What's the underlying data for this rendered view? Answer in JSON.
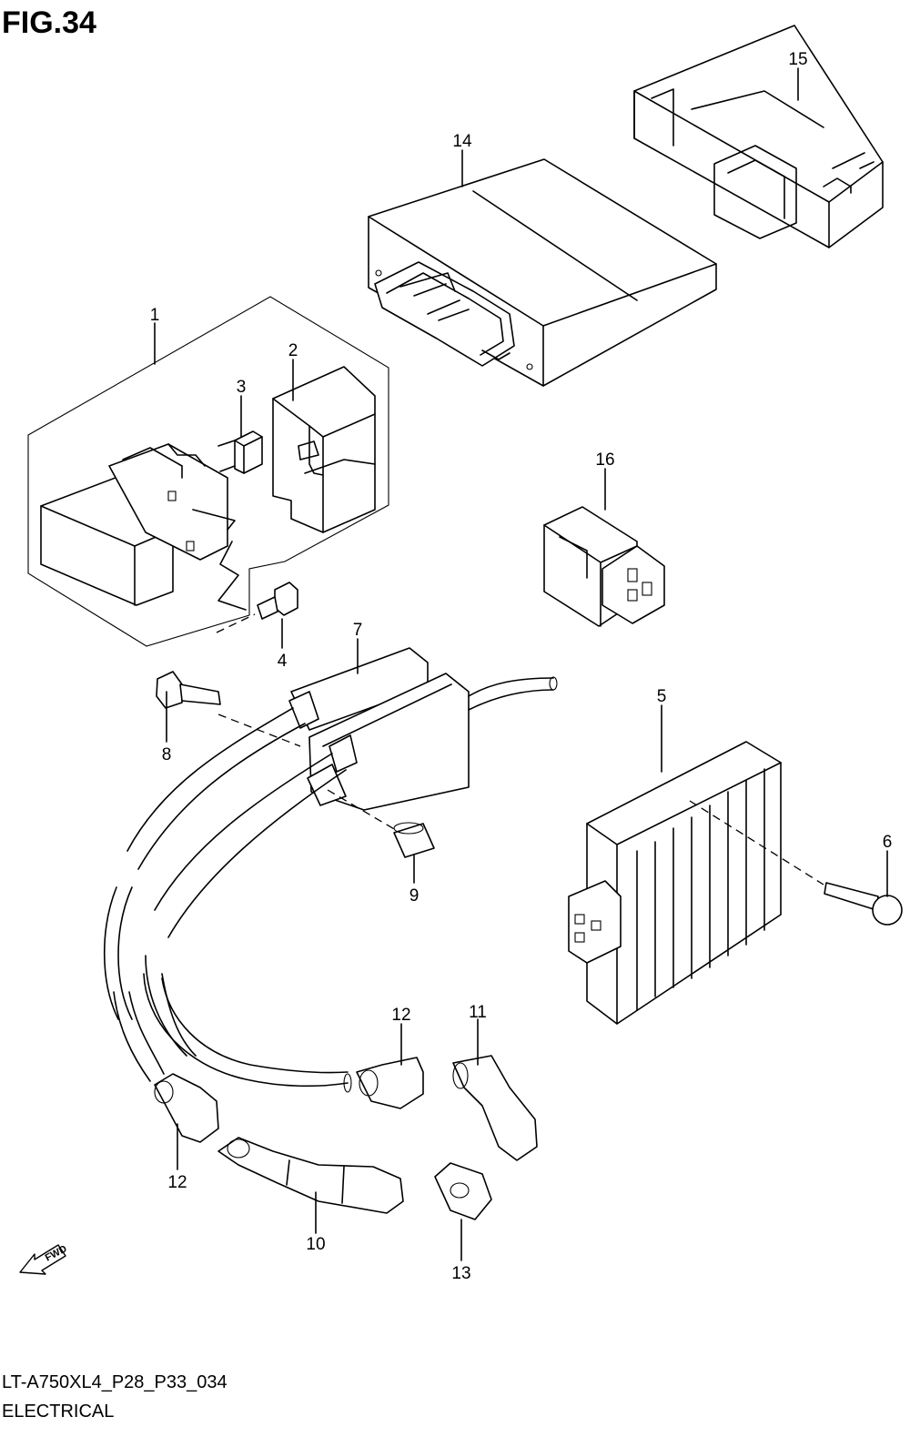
{
  "figure": {
    "title": "FIG.34",
    "code": "LT-A750XL4_P28_P33_034",
    "subtitle": "ELECTRICAL",
    "fwd_label": "FWD"
  },
  "callouts": {
    "p1": "1",
    "p2": "2",
    "p3": "3",
    "p4": "4",
    "p5": "5",
    "p6": "6",
    "p7": "7",
    "p8": "8",
    "p9": "9",
    "p10": "10",
    "p11": "11",
    "p12a": "12",
    "p12b": "12",
    "p13": "13",
    "p14": "14",
    "p15": "15",
    "p16": "16"
  }
}
